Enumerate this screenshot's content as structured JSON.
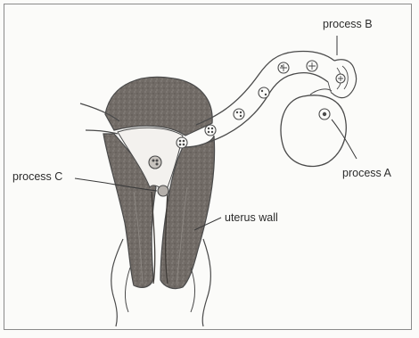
{
  "figure": {
    "labels": {
      "process_b": "process B",
      "process_a": "process A",
      "process_c": "process C",
      "uterus_wall": "uterus wall"
    },
    "colors": {
      "line": "#4a4a4a",
      "tissue": "#6f6a66",
      "tissue_dark": "#5a5550",
      "background": "#fbfbf9"
    }
  }
}
